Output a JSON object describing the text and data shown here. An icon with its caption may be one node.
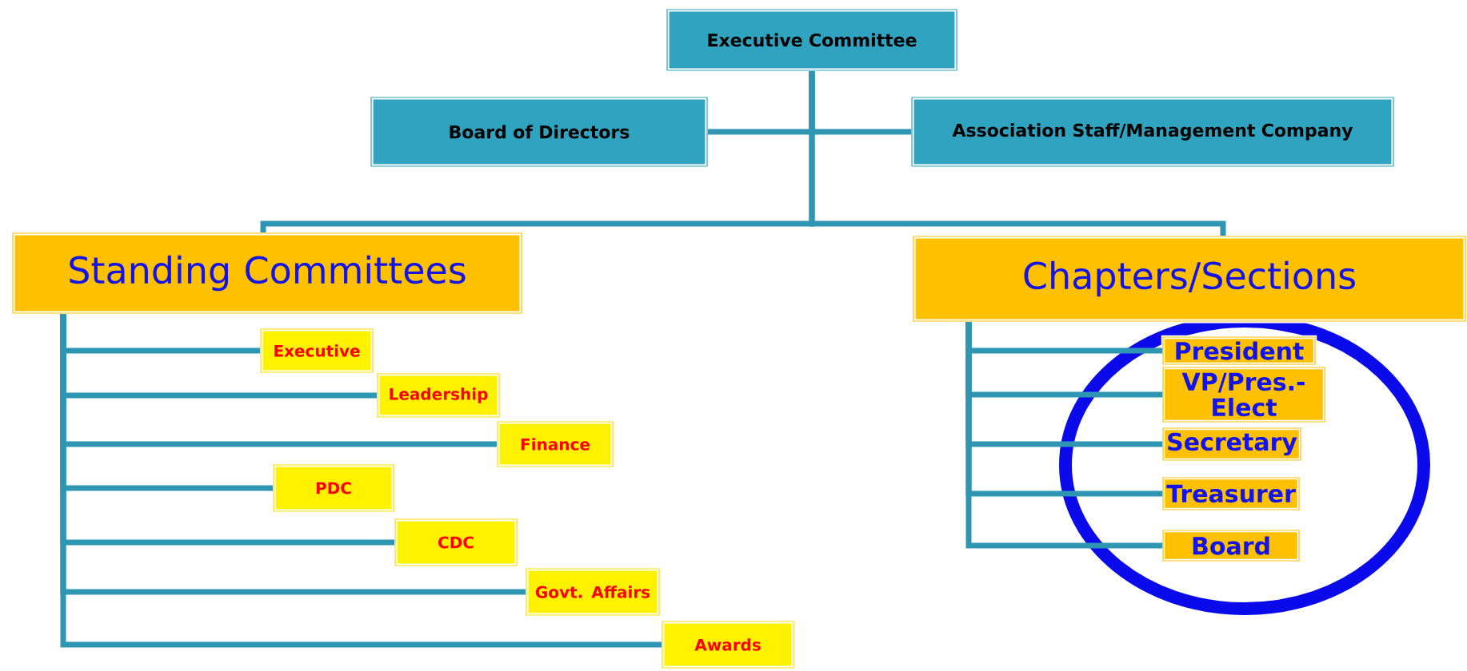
{
  "diagram": {
    "nodes": [
      {
        "text": [
          "Executive Committee"
        ]
      },
      {
        "text": [
          "Board of Directors"
        ]
      },
      {
        "text": [
          "Association  Staff/Management Company"
        ]
      },
      {
        "text": [
          "Standing Committees"
        ]
      },
      {
        "text": [
          "Chapters/Sections"
        ]
      },
      {
        "text": [
          "Executive"
        ]
      },
      {
        "text": [
          "Leadership"
        ]
      },
      {
        "text": [
          "Finance"
        ]
      },
      {
        "text": [
          "PDC"
        ]
      },
      {
        "text": [
          "CDC"
        ]
      },
      {
        "text": [
          "Govt. Affairs"
        ]
      },
      {
        "text": [
          "Awards"
        ]
      },
      {
        "text": [
          "President"
        ]
      },
      {
        "text": [
          "VP/Pres.-Elect"
        ]
      },
      {
        "text": [
          "Secretary"
        ]
      },
      {
        "text": [
          "Treasurer"
        ]
      },
      {
        "text": [
          "Board"
        ]
      }
    ],
    "edges": [
      {
        "from": 0,
        "to": 1,
        "arrow": "none"
      },
      {
        "from": 0,
        "to": 2,
        "arrow": "none"
      },
      {
        "from": 0,
        "to": 3,
        "arrow": "none"
      },
      {
        "from": 0,
        "to": 4,
        "arrow": "none"
      },
      {
        "from": 3,
        "to": 5,
        "arrow": "none"
      },
      {
        "from": 3,
        "to": 6,
        "arrow": "none"
      },
      {
        "from": 3,
        "to": 7,
        "arrow": "none"
      },
      {
        "from": 3,
        "to": 8,
        "arrow": "none"
      },
      {
        "from": 3,
        "to": 9,
        "arrow": "none"
      },
      {
        "from": 3,
        "to": 10,
        "arrow": "none"
      },
      {
        "from": 3,
        "to": 11,
        "arrow": "none"
      },
      {
        "from": 4,
        "to": 12,
        "arrow": "none"
      },
      {
        "from": 4,
        "to": 13,
        "arrow": "none"
      },
      {
        "from": 4,
        "to": 14,
        "arrow": "none"
      },
      {
        "from": 4,
        "to": 15,
        "arrow": "none"
      },
      {
        "from": 4,
        "to": 16,
        "arrow": "none"
      }
    ]
  }
}
